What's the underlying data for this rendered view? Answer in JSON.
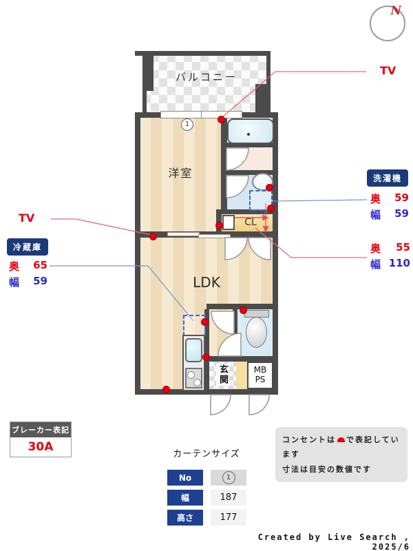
{
  "compass": {
    "north_label": "N"
  },
  "plan": {
    "balcony_label": "バルコニー",
    "curtain_marker": "1",
    "western_room_label": "洋室",
    "ldk_label": "LDK",
    "closet_label": "CL",
    "entrance_label": "玄関",
    "meter_box_label": "MB",
    "pipe_space_label": "PS"
  },
  "annotations": {
    "tv_top": {
      "label": "TV"
    },
    "tv_left": {
      "label": "TV"
    },
    "fridge": {
      "title": "冷蔵庫",
      "rows": [
        {
          "label": "奥",
          "value": "65"
        },
        {
          "label": "幅",
          "value": "59"
        }
      ]
    },
    "washer": {
      "title": "洗濯機",
      "rows": [
        {
          "label": "奥",
          "value": "59"
        },
        {
          "label": "幅",
          "value": "59"
        }
      ]
    },
    "closet": {
      "rows": [
        {
          "label": "奥",
          "value": "55"
        },
        {
          "label": "幅",
          "value": "110"
        }
      ]
    }
  },
  "breaker": {
    "title": "ブレーカー表記",
    "value": "30A"
  },
  "curtain_table": {
    "title": "カーテンサイズ",
    "rows": [
      {
        "label": "No",
        "value": "1"
      },
      {
        "label": "幅",
        "value": "187"
      },
      {
        "label": "高さ",
        "value": "177"
      }
    ]
  },
  "notes": {
    "line1_prefix": "コンセントは",
    "line1_suffix": "で表記しています",
    "line2": "寸法は目安の数値です"
  },
  "credit": "Created by Live Search , 2025/6",
  "colors": {
    "accent_red": "#e60012",
    "accent_blue": "#2a2ac8",
    "badge_navy": "#1b3a78",
    "wall_gray": "#4b4b4b",
    "leader_red": "#e0697d",
    "leader_blue": "#7d95cc"
  }
}
